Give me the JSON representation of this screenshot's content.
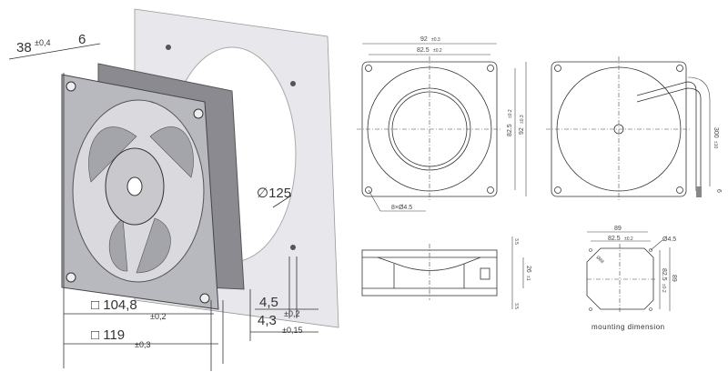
{
  "perspective_view": {
    "depth": {
      "value": "38",
      "tol": "±0,4"
    },
    "flange": {
      "value": "6"
    },
    "cutout": {
      "value": "∅125"
    },
    "hole_offset_a": {
      "value": "4,5",
      "tol": "±0,2"
    },
    "hole_offset_b": {
      "value": "4,3",
      "tol": "±0,15"
    },
    "hole_spacing": {
      "value": "□ 104,8",
      "tol": "±0,2"
    },
    "frame_size": {
      "value": "□ 119",
      "tol": "±0,3"
    }
  },
  "front_view": {
    "width": {
      "value": "92",
      "tol": "±0.3"
    },
    "hole_spacing_h": {
      "value": "82.5",
      "tol": "±0.2"
    },
    "hole_spacing_v": {
      "value": "82.5",
      "tol": "±0.2"
    },
    "height": {
      "value": "92",
      "tol": "±0.3"
    },
    "holes": "8×Ø4.5"
  },
  "rear_view": {
    "lead_length": {
      "value": "300",
      "tol": "±10"
    },
    "lead_strip": "6"
  },
  "side_view": {
    "flange_top": "3.5",
    "depth": {
      "value": "26",
      "tol": "±1"
    },
    "flange_bottom": "3.5"
  },
  "mounting": {
    "width": "89",
    "hole_spacing_h": {
      "value": "82.5",
      "tol": "±0.2"
    },
    "hole_dia": "Ø4.5",
    "cutout_dia": "Ø88",
    "hole_spacing_v": {
      "value": "82.5",
      "tol": "±0.2"
    },
    "height": "89",
    "caption": "mounting dimension"
  }
}
